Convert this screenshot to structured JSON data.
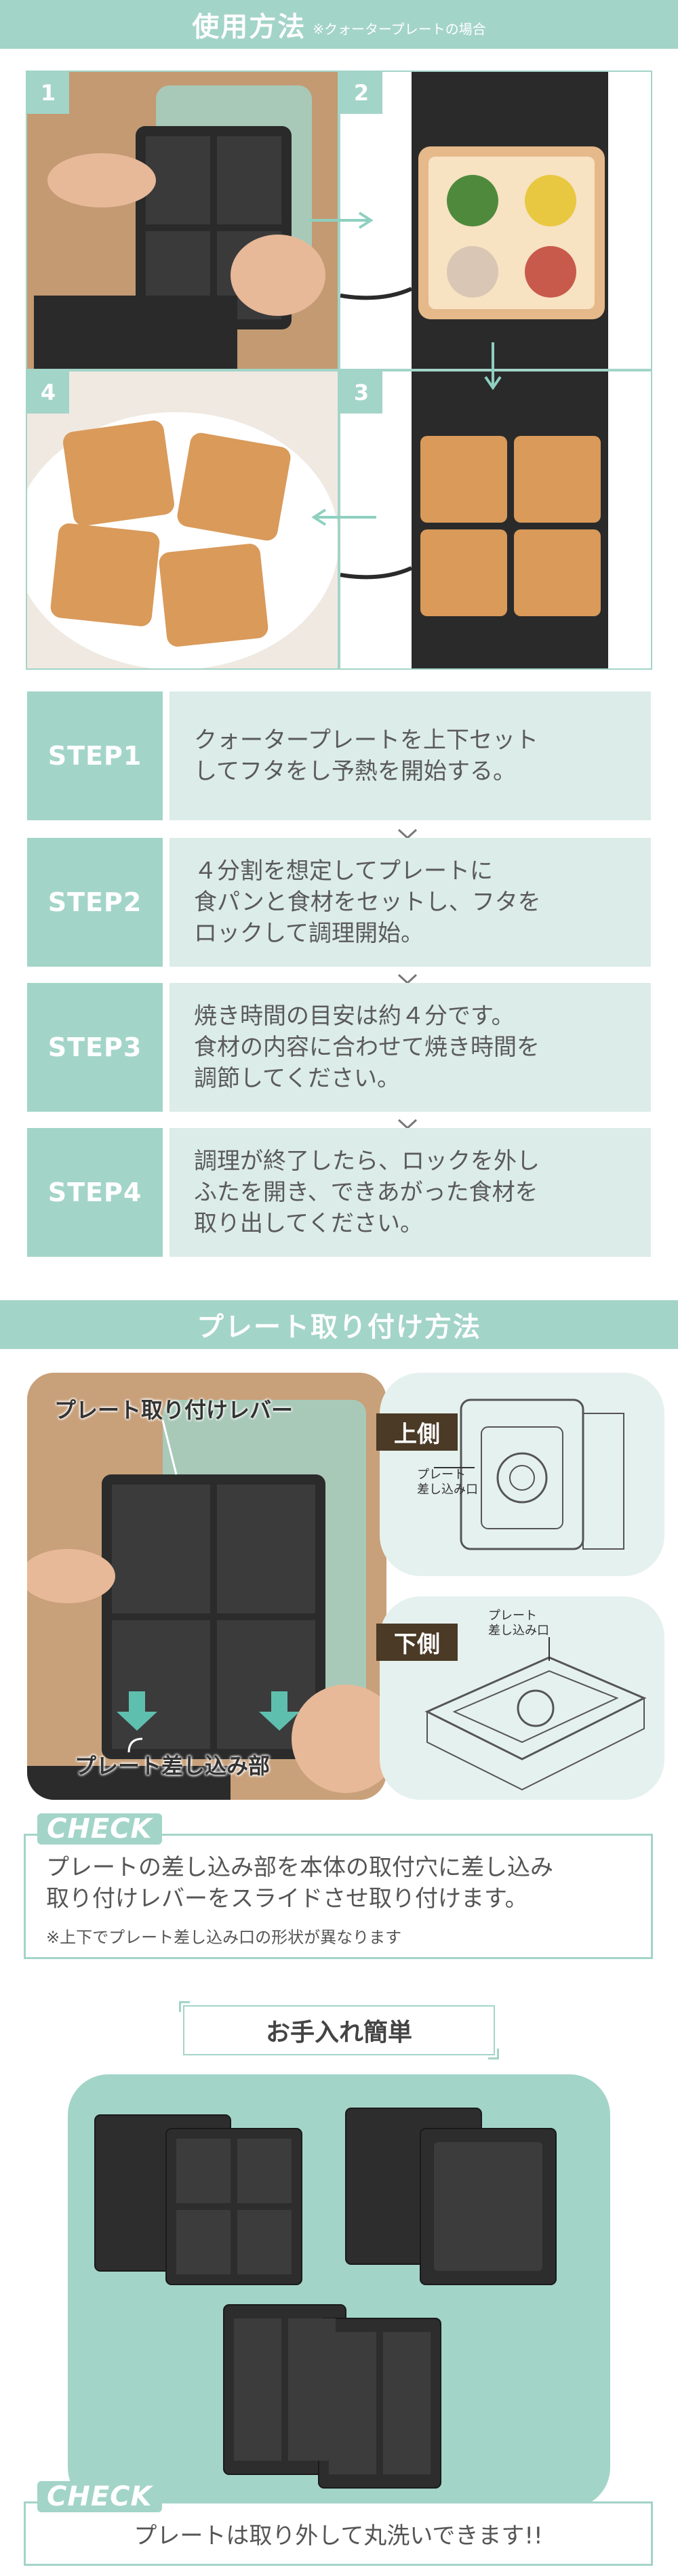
{
  "usage": {
    "title": "使用方法",
    "subtitle": "※クォータープレートの場合",
    "photos": [
      {
        "num": "1"
      },
      {
        "num": "2"
      },
      {
        "num": "3"
      },
      {
        "num": "4"
      }
    ]
  },
  "steps": [
    {
      "label": "STEP1",
      "lines": [
        "クォータープレートを上下セット",
        "してフタをし予熱を開始する。"
      ]
    },
    {
      "label": "STEP2",
      "lines": [
        "４分割を想定してプレートに",
        "食パンと食材をセットし、フタを",
        "ロックして調理開始。"
      ]
    },
    {
      "label": "STEP3",
      "lines": [
        "焼き時間の目安は約４分です。",
        "食材の内容に合わせて焼き時間を",
        "調節してください。"
      ]
    },
    {
      "label": "STEP4",
      "lines": [
        "調理が終了したら、ロックを外し",
        "ふたを開き、できあがった食材を",
        "取り出してください。"
      ]
    }
  ],
  "attach": {
    "title": "プレート取り付け方法",
    "lever_label": "プレート取り付けレバー",
    "insert_label": "プレート差し込み部",
    "upper_tag": "上側",
    "lower_tag": "下側",
    "upper_slot": [
      "プレート",
      "差し込み口"
    ],
    "lower_slot": [
      "プレート",
      "差し込み口"
    ],
    "check_tag": "CHECK",
    "check_lines": [
      "プレートの差し込み部を本体の取付穴に差し込み",
      "取り付けレバーをスライドさせ取り付けます。"
    ],
    "check_note": "※上下でプレート差し込み口の形状が異なります"
  },
  "care": {
    "title": "お手入れ簡単",
    "check_tag": "CHECK",
    "check_text": "プレートは取り外して丸洗いできます!!"
  }
}
